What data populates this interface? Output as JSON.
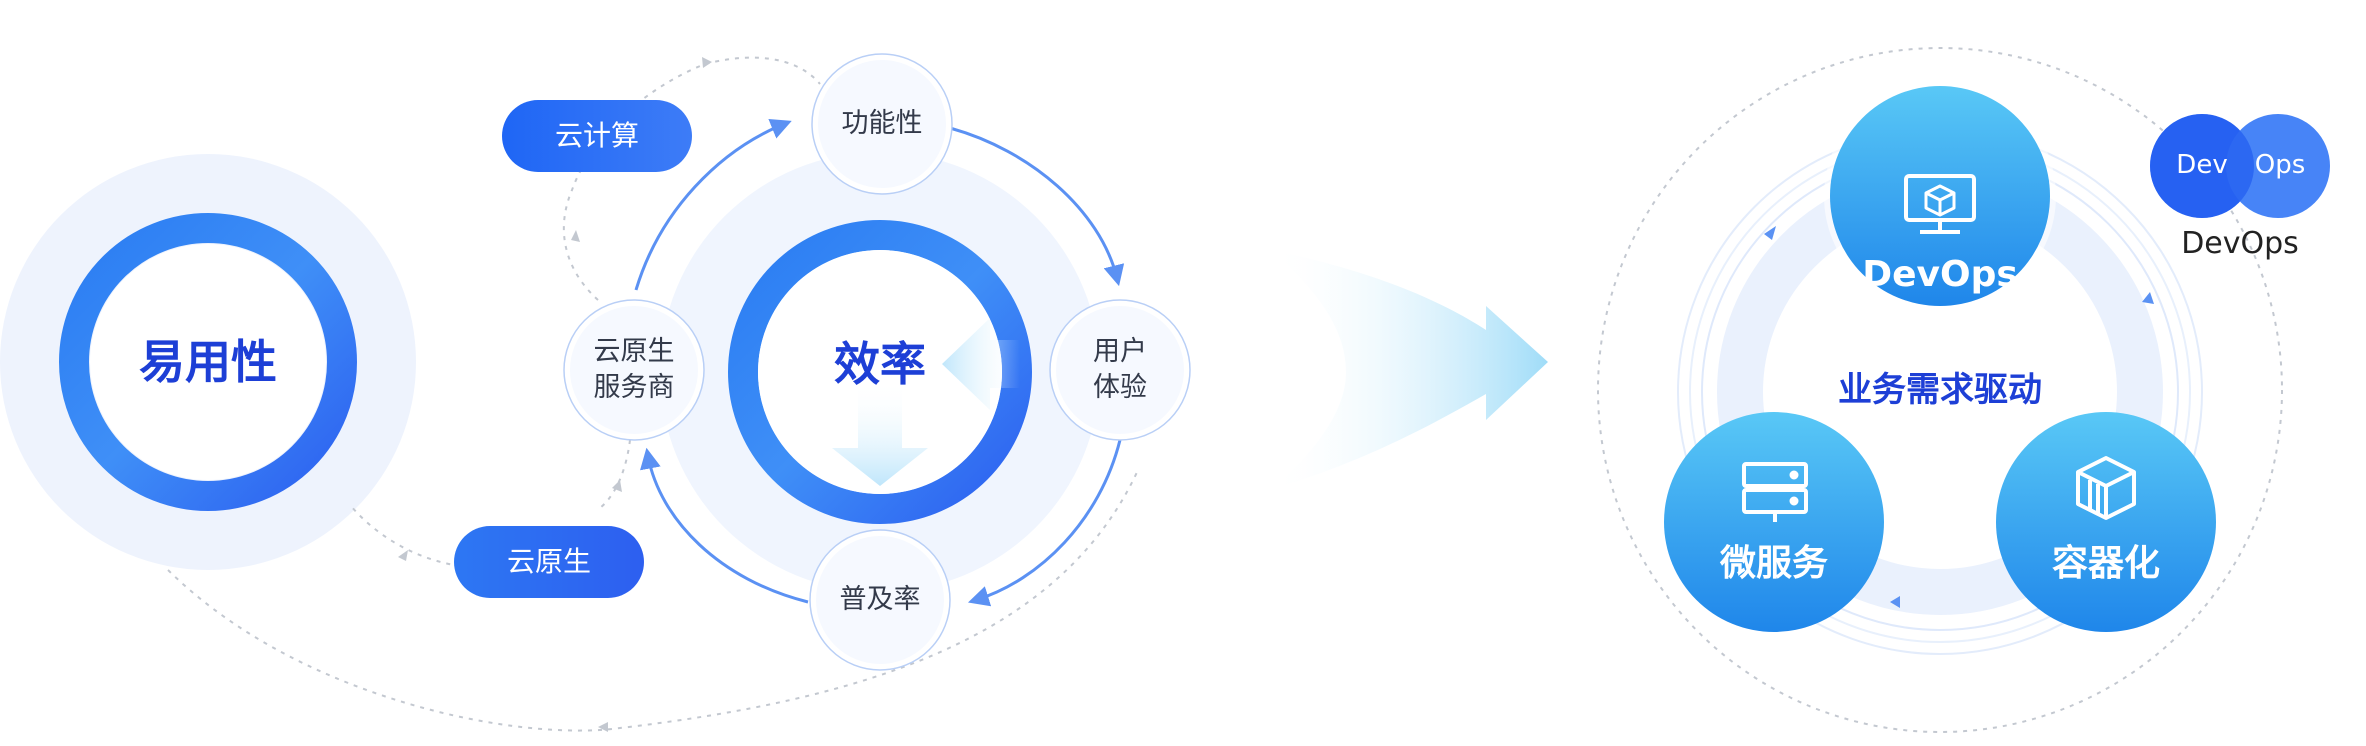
{
  "colors": {
    "primary": "#2f6df6",
    "primary_dark": "#1d3fd6",
    "light_blue": "#4fc3f7",
    "halo": "#eef3fd"
  },
  "left_diagram": {
    "usability": "易用性",
    "efficiency": "效率",
    "nodes": {
      "functionality": "功能性",
      "user_experience": [
        "用户",
        "体验"
      ],
      "adoption": "普及率",
      "cloud_native_provider": [
        "云原生",
        "服务商"
      ]
    },
    "pills": {
      "cloud_computing": "云计算",
      "cloud_native": "云原生"
    }
  },
  "right_diagram": {
    "center_label": "业务需求驱动",
    "balls": {
      "devops": "DevOps",
      "microservices": "微服务",
      "containerization": "容器化"
    },
    "devops_logo": {
      "left": "Dev",
      "right": "Ops",
      "caption": "DevOps"
    }
  },
  "icons": [
    "monitor-cube-icon",
    "server-icon",
    "container-box-icon",
    "big-arrow-right-icon",
    "arrow-left-icon",
    "arrow-down-icon"
  ]
}
